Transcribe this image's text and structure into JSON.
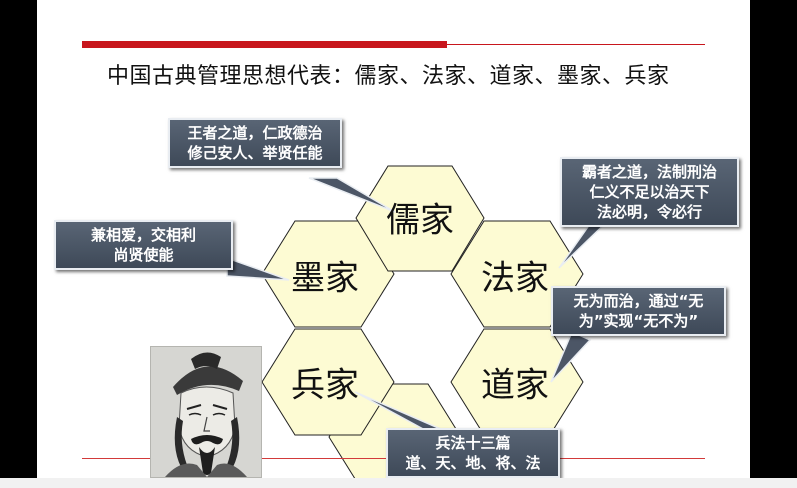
{
  "slide": {
    "title": "中国古典管理思想代表：儒家、法家、道家、墨家、兵家"
  },
  "schools": {
    "rujia": "儒家",
    "mojia": "墨家",
    "fajia": "法家",
    "bingjia": "兵家",
    "daojia": "道家"
  },
  "callouts": {
    "rujia": [
      "王者之道，仁政德治",
      "修己安人、举贤任能"
    ],
    "fajia": [
      "霸者之道，法制刑治",
      "仁义不足以治天下",
      "法必明，令必行"
    ],
    "mojia": [
      "兼相爱，交相利",
      "尚贤使能"
    ],
    "daojia": [
      "无为而治，通过“无",
      "为”实现“无不为”"
    ],
    "bingjia": [
      "兵法十三篇",
      "道、天、地、将、法"
    ]
  },
  "colors": {
    "hex_fill": "#fdfbd3",
    "hex_stroke": "#222222",
    "callout_fill": "#4c5666",
    "accent_red": "#c8161d"
  }
}
